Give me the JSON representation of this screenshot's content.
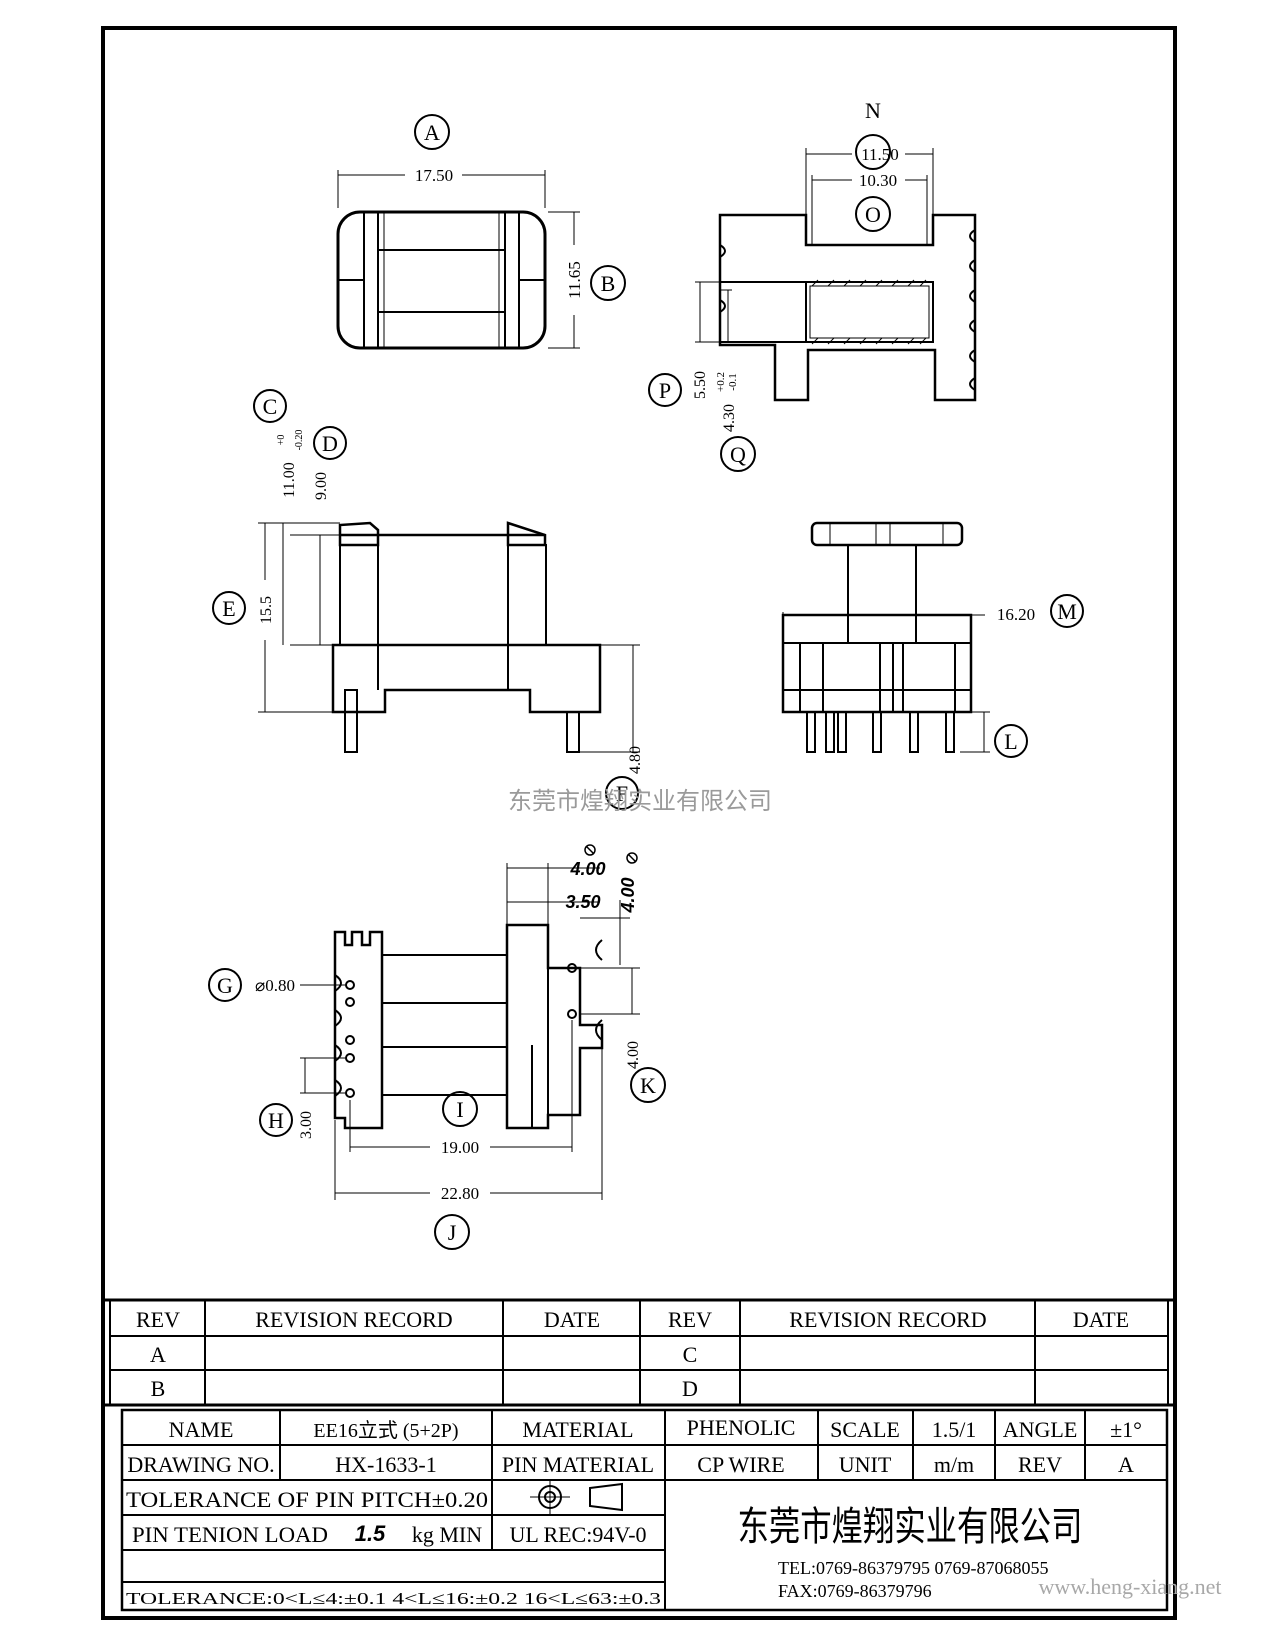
{
  "callouts": {
    "A": "A",
    "B": "B",
    "C": "C",
    "D": "D",
    "E": "E",
    "F": "F",
    "G": "G",
    "H": "H",
    "I": "I",
    "J": "J",
    "K": "K",
    "L": "L",
    "M": "M",
    "N": "N",
    "O": "O",
    "P": "P",
    "Q": "Q"
  },
  "dims": {
    "top_width": "17.50",
    "top_height": "11.65",
    "side_outer": "11.50",
    "side_inner": "10.30",
    "side_p": "5.50",
    "side_q_base": "4.30",
    "side_q_tol_plus": "+0.2",
    "side_q_tol_minus": "-0.1",
    "front_c_base": "11.00",
    "front_c_tol_plus": "+0",
    "front_c_tol_minus": "-0.20",
    "front_d": "9.00",
    "front_e": "15.5",
    "front_f": "4.80",
    "right_m": "16.20",
    "bottom_pitch_a": "4.00",
    "bottom_pitch_b": "4.00",
    "bottom_inset": "3.50",
    "bottom_k": "4.00",
    "bottom_g": "⌀0.80",
    "bottom_h": "3.00",
    "bottom_i": "19.00",
    "bottom_j": "22.80"
  },
  "watermark_center": "东莞市煌翔实业有限公司",
  "revision_table": {
    "headers": [
      "REV",
      "REVISION RECORD",
      "DATE",
      "REV",
      "REVISION RECORD",
      "DATE"
    ],
    "rows": [
      [
        "A",
        "",
        "",
        "C",
        "",
        ""
      ],
      [
        "B",
        "",
        "",
        "D",
        "",
        ""
      ]
    ]
  },
  "title_block": {
    "name_label": "NAME",
    "name_value": "EE16立式 (5+2P)",
    "material_label": "MATERIAL",
    "material_value": "PHENOLIC",
    "scale_label": "SCALE",
    "scale_value": "1.5/1",
    "angle_label": "ANGLE",
    "angle_value": "±1°",
    "drawing_no_label": "DRAWING NO.",
    "drawing_no_value": "HX-1633-1",
    "pin_material_label": "PIN MATERIAL",
    "pin_material_value": "CP WIRE",
    "unit_label": "UNIT",
    "unit_value": "m/m",
    "rev_label": "REV",
    "rev_value": "A",
    "pitch_tolerance": "TOLERANCE OF PIN PITCH±0.20",
    "pin_load_label": "PIN TENION LOAD",
    "pin_load_value": "1.5",
    "pin_load_unit": "kg MIN",
    "ul": "UL REC:94V-0",
    "tolerance_line": "TOLERANCE:0<L≤4:±0.1  4<L≤16:±0.2  16<L≤63:±0.3",
    "company": "东莞市煌翔实业有限公司",
    "tel": "TEL:0769-86379795   0769-87068055",
    "fax": "FAX:0769-86379796",
    "website": "www.heng-xiang.net"
  }
}
